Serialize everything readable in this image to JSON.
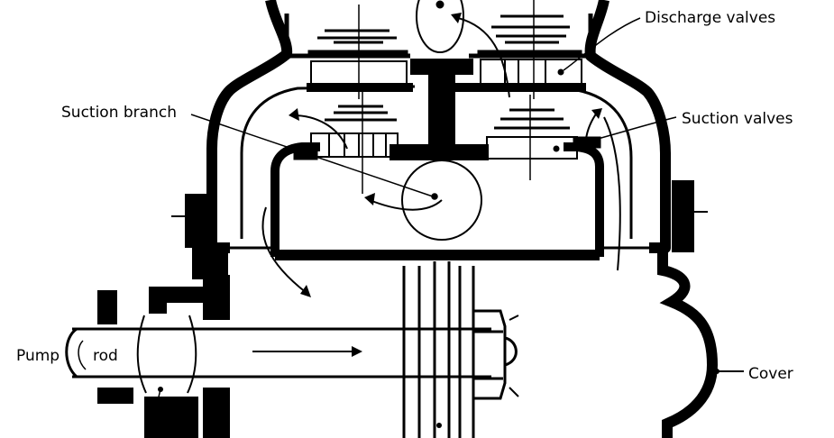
{
  "labels": {
    "discharge_valves": "Discharge valves",
    "suction_branch": "Suction branch",
    "suction_valves": "Suction valves",
    "pump": "Pump",
    "rod": "rod",
    "cover": "Cover"
  },
  "colors": {
    "ink": "#000000",
    "paper": "#ffffff"
  }
}
